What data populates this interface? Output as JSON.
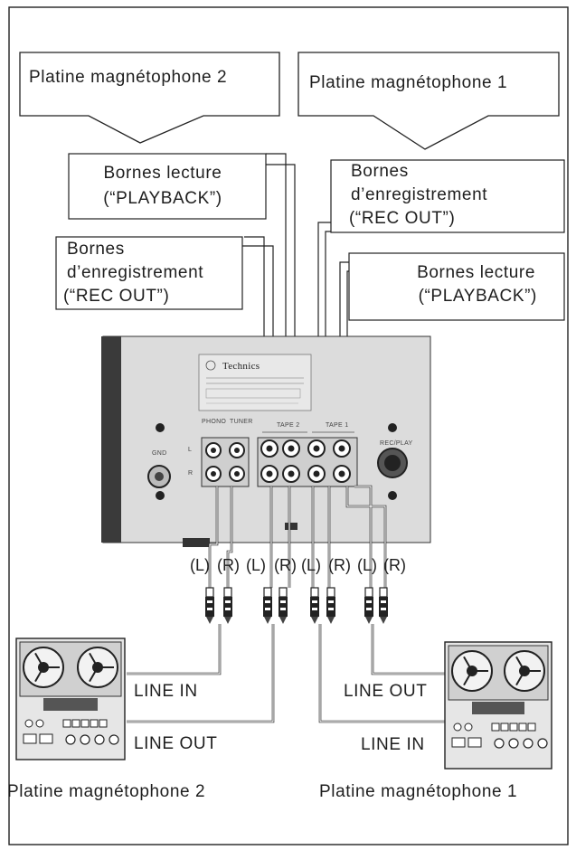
{
  "diagram": {
    "deck2_header": "Platine magnétophone 2",
    "deck1_header": "Platine magnétophone 1",
    "callout_playback_2": [
      "Bornes lecture",
      "(“PLAYBACK”)"
    ],
    "callout_rec_out_1": [
      "Bornes",
      "d’enregistrement",
      "(“REC OUT”)"
    ],
    "callout_rec_out_2": [
      "Bornes",
      "d’enregistrement",
      "(“REC OUT”)"
    ],
    "callout_playback_1": [
      "Bornes lecture",
      "(“PLAYBACK”)"
    ],
    "amp_brand": "Technics",
    "panel_labels": {
      "phono": "PHONO",
      "tuner": "TUNER",
      "tape2": "TAPE 2",
      "tape1": "TAPE 1",
      "gnd": "GND",
      "rec_play": "REC/PLAY",
      "l": "L",
      "r": "R"
    },
    "channel_labels": [
      "(L)",
      "(R)",
      "(L)",
      "(R)",
      "(L)",
      "(R)",
      "(L)",
      "(R)"
    ],
    "left_deck_line_in": "LINE IN",
    "left_deck_line_out": "LINE OUT",
    "right_deck_line_out": "LINE OUT",
    "right_deck_line_in": "LINE IN",
    "footer_left": "Platine magnétophone 2",
    "footer_right": "Platine magnétophone 1"
  }
}
